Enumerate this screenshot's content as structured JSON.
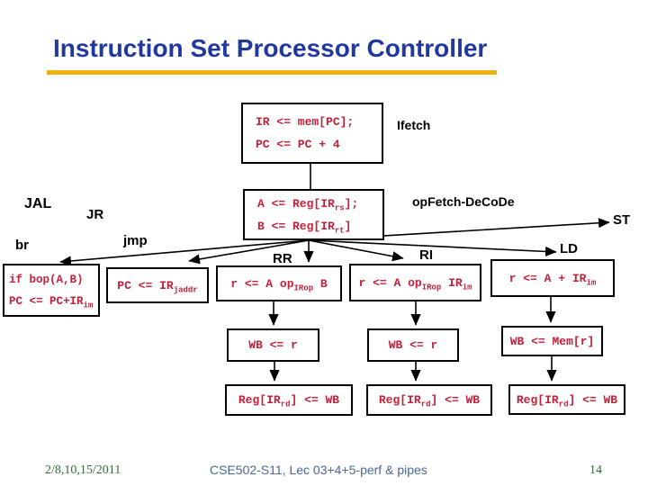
{
  "slide": {
    "title": "Instruction Set Processor Controller",
    "footer": {
      "date": "2/8,10,15/2011",
      "course": "CSE502-S11, Lec 03+4+5-perf & pipes",
      "page": "14"
    }
  },
  "colors": {
    "title_blue": "#21389E",
    "underline_gold": "#EFB10E",
    "code_red": "#C3203A",
    "label_black": "#000000",
    "footer_green": "#2F7032",
    "footer_blue": "#4A6899"
  },
  "labels": {
    "ifetch": "Ifetch",
    "opfetch": "opFetch-DeCoDe",
    "jal": "JAL",
    "jr": "JR",
    "br": "br",
    "jmp": "jmp",
    "rr": "RR",
    "ri": "RI",
    "ld": "LD",
    "st": "ST"
  },
  "boxes": {
    "ifetch": {
      "line1": "IR <= mem[PC];",
      "line2": "PC <= PC + 4"
    },
    "opfetch": {
      "l1p1": "A <= Reg[IR",
      "l1s1": "rs",
      "l1p2": "];",
      "l2p1": "B <= Reg[IR",
      "l2s1": "rt",
      "l2p2": "]"
    },
    "branch": {
      "line1": "if bop(A,B)",
      "l2p1": "PC <= PC+IR",
      "l2s1": "im"
    },
    "jump": {
      "p1": "PC <= IR",
      "s1": "jaddr"
    },
    "rr": {
      "p1": "r <= A op",
      "s1": "IRop",
      "p2": " B"
    },
    "ri": {
      "p1": "r <= A op",
      "s1": "IRop",
      "p2": " IR",
      "s2": "im"
    },
    "ld": {
      "p1": "r <= A + IR",
      "s1": "im"
    },
    "wb_rr": {
      "p1": "WB <= r"
    },
    "wb_ri": {
      "p1": "WB <= r"
    },
    "wb_ld": {
      "p1": "WB <= Mem[r]"
    },
    "reg_rr": {
      "p1": "Reg[IR",
      "s1": "rd",
      "p2": "] <= WB"
    },
    "reg_ri": {
      "p1": "Reg[IR",
      "s1": "rd",
      "p2": "] <= WB"
    },
    "reg_ld": {
      "p1": "Reg[IR",
      "s1": "rd",
      "p2": "] <= WB"
    }
  }
}
